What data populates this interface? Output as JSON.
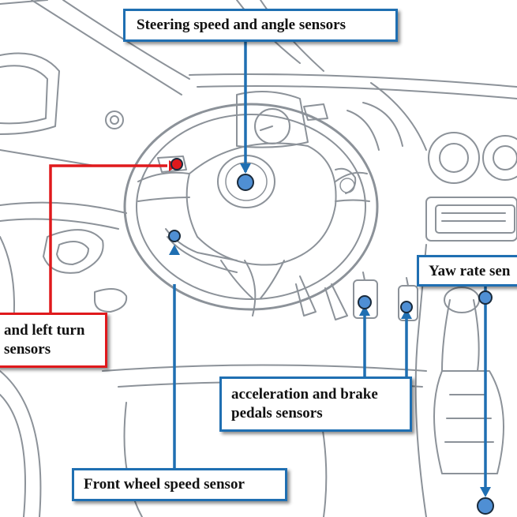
{
  "labels": {
    "steering": "Steering speed and angle sensors",
    "turn_line1": "and left turn",
    "turn_line2": "sensors",
    "yaw": "Yaw rate sen",
    "pedals_line1": "acceleration and brake",
    "pedals_line2": "pedals sensors",
    "front_wheel": "Front wheel speed sensor"
  },
  "colors": {
    "callout_blue": "#1f6fb2",
    "callout_red": "#e0191c",
    "sensor_dot_blue": "#4f8fd4",
    "sensor_dot_red": "#e0191c",
    "sketch_line": "#8c9299"
  }
}
